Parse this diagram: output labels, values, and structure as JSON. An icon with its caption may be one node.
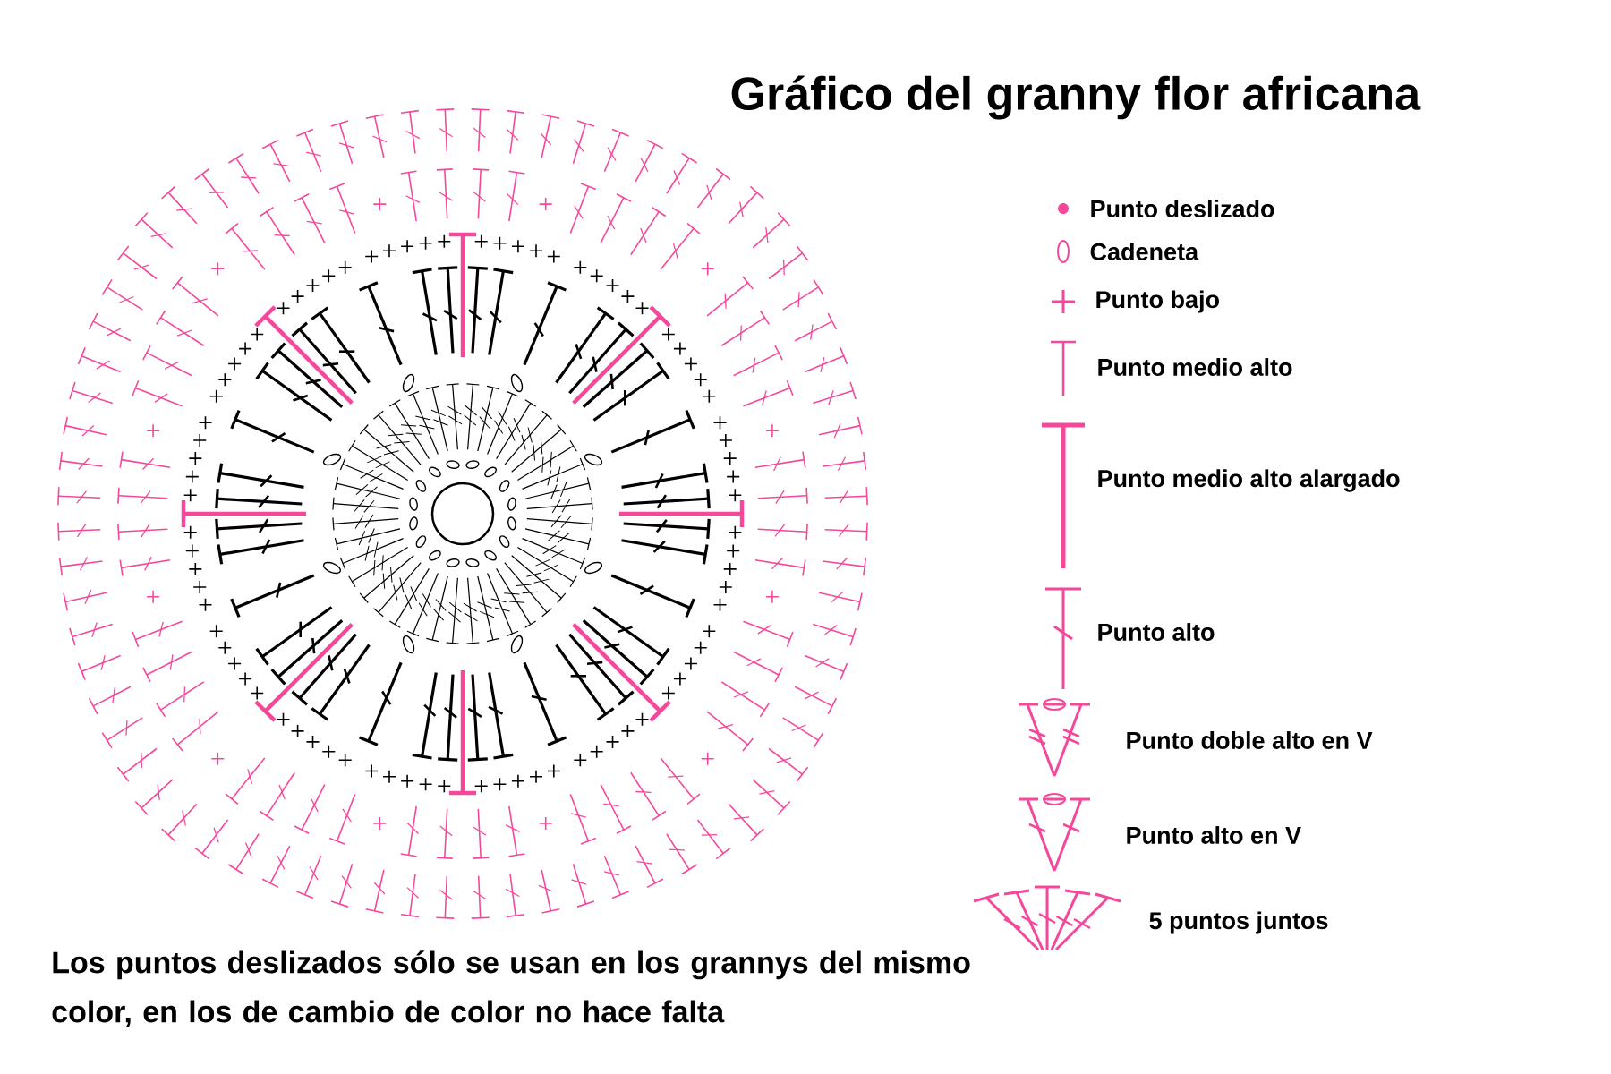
{
  "diagram": {
    "title": "Gráfico del granny flor africana",
    "legend": [
      {
        "text": "Punto deslizado"
      },
      {
        "text": "Cadeneta"
      },
      {
        "text": "Punto bajo"
      },
      {
        "text": "Punto medio alto"
      },
      {
        "text": "Punto medio alto alargado"
      },
      {
        "text": "Punto alto"
      },
      {
        "text": "Punto doble alto en V"
      },
      {
        "text": "Punto alto en V"
      },
      {
        "text": "5 puntos juntos"
      }
    ],
    "labels": [
      "Los puntos deslizados sólo se usan en los grannys del mismo color, en los de cambio de color no hace falta"
    ]
  }
}
